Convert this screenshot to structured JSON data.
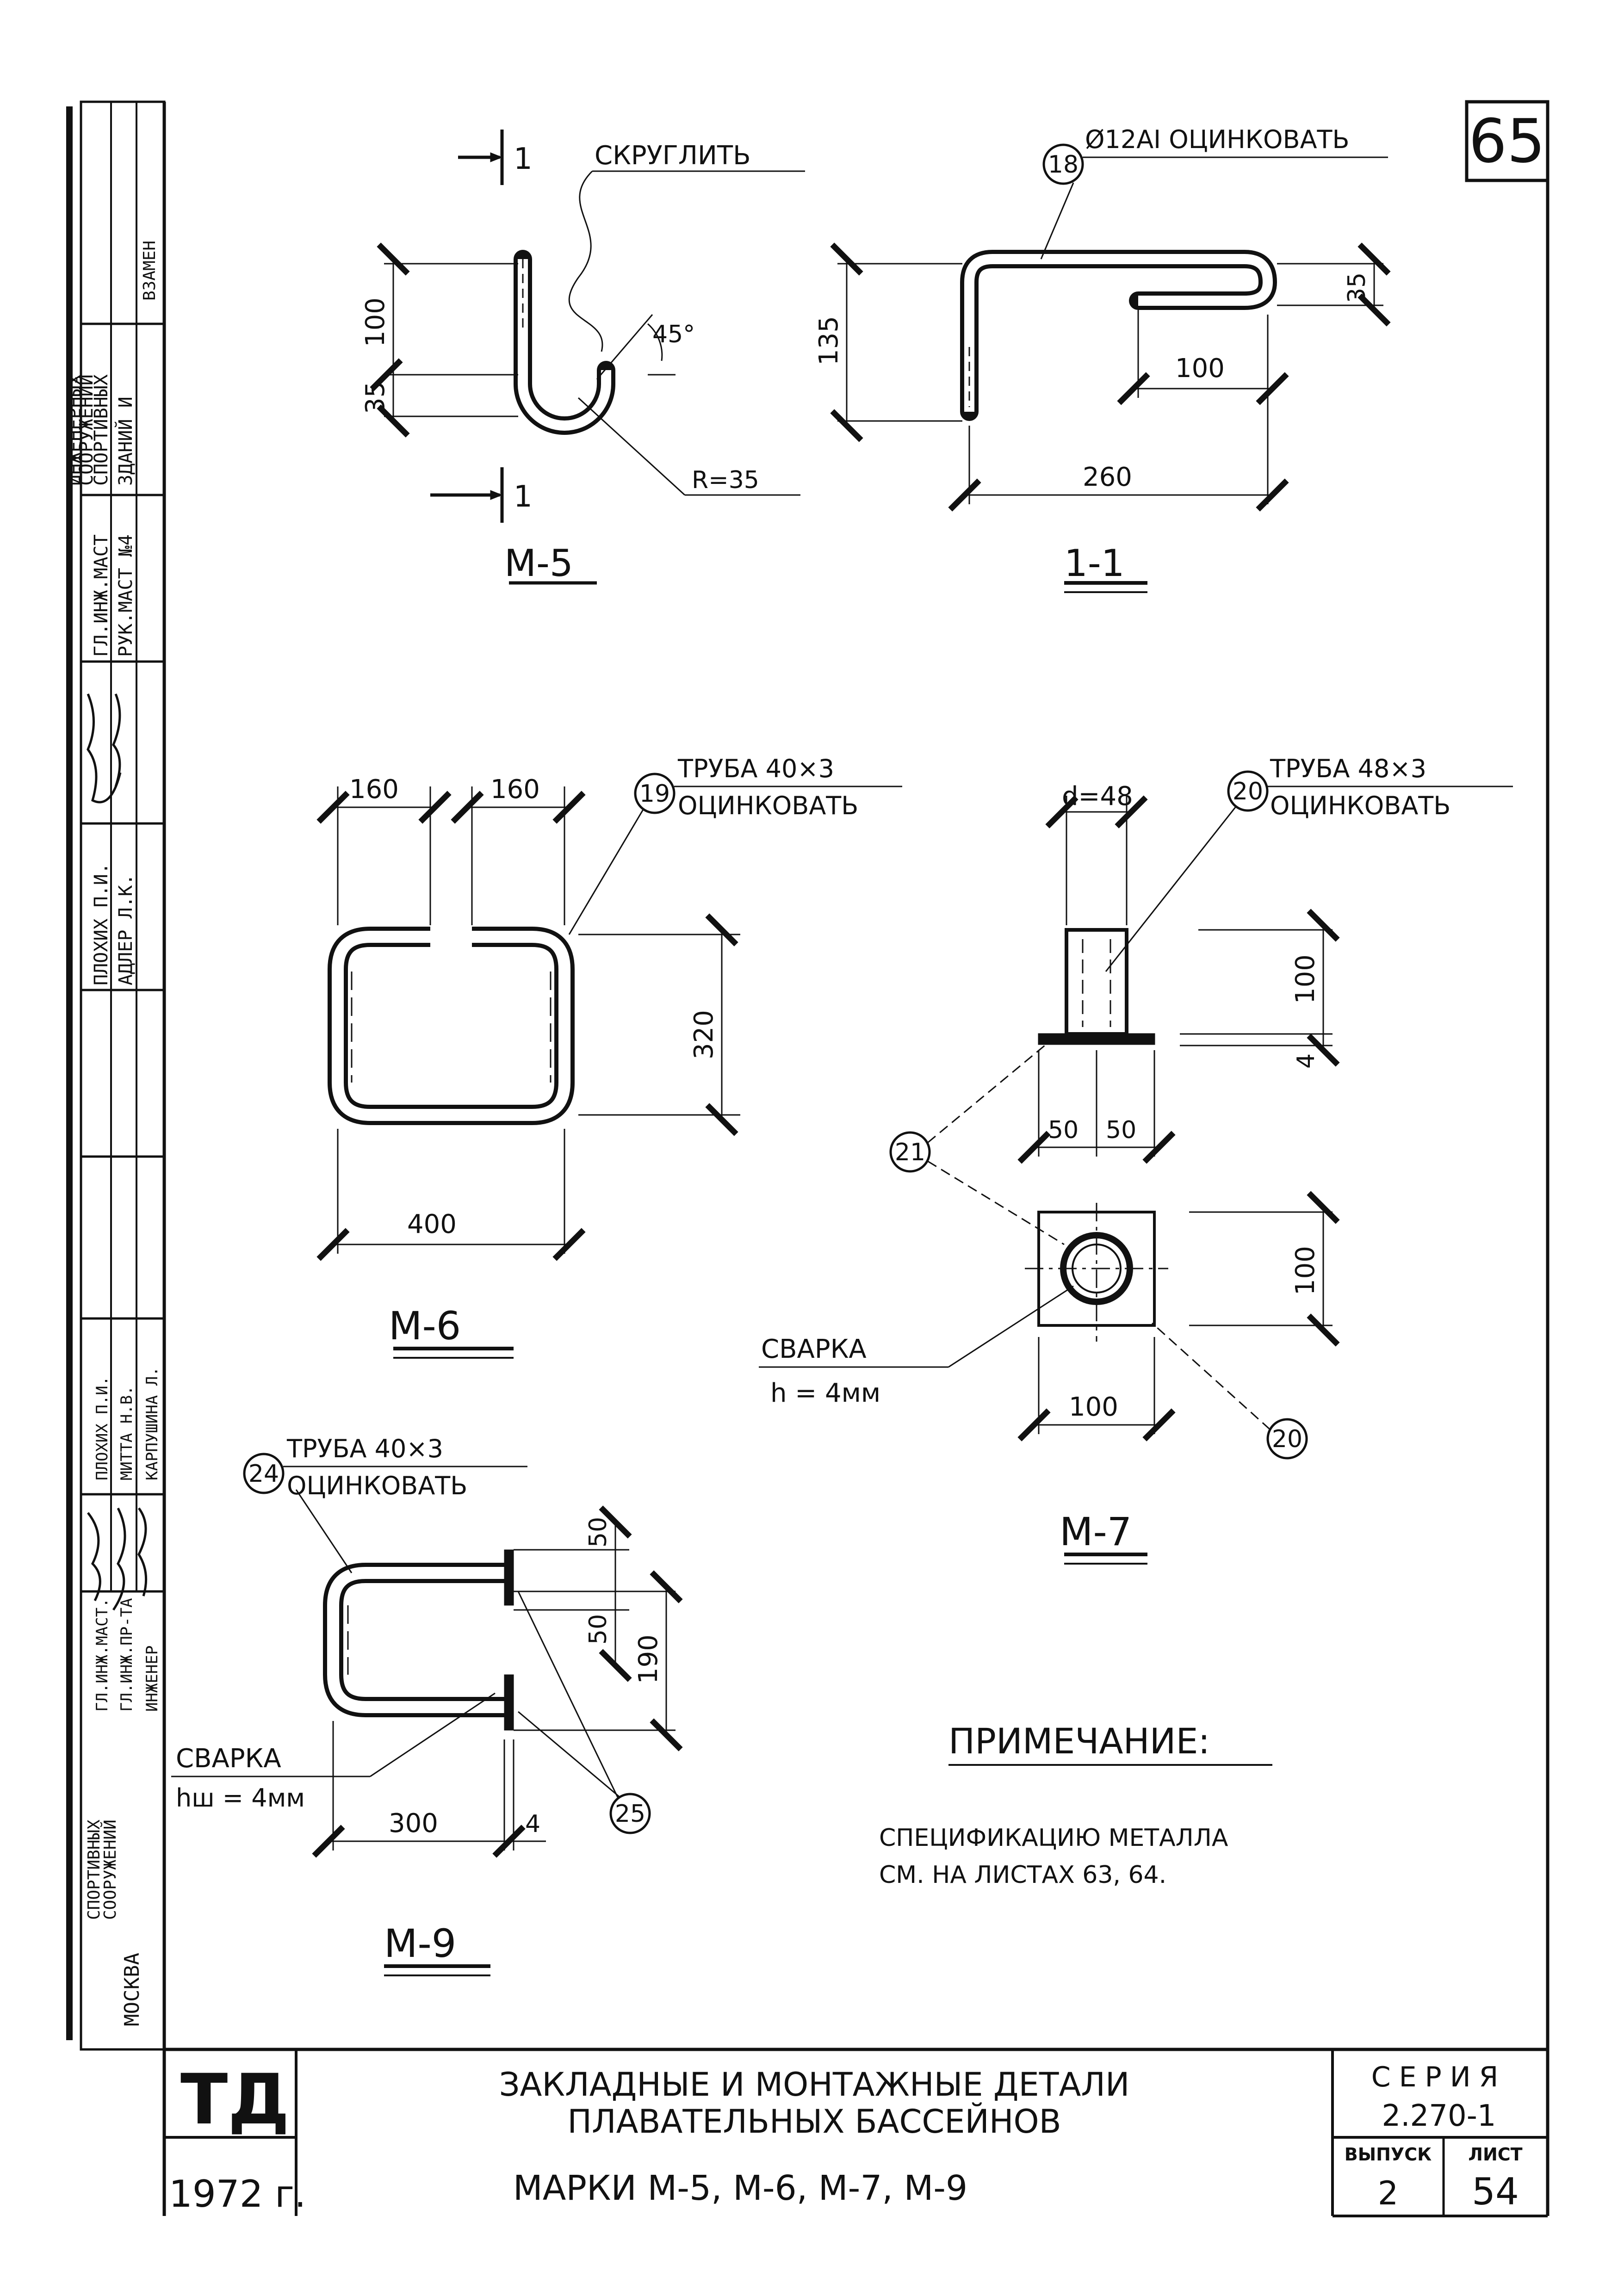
{
  "sheet": {
    "sheet_number": "65",
    "title_line1": "ЗАКЛАДНЫЕ И МОНТАЖНЫЕ ДЕТАЛИ",
    "title_line2": "ПЛАВАТЕЛЬНЫХ БАССЕЙНОВ",
    "marks_line": "МАРКИ  М-5, М-6, М-7, М-9",
    "stamp": "ТД",
    "year": "1972 г.",
    "series_label": "СЕРИЯ",
    "series_value": "2.270-1",
    "issue_label": "ВЫПУСК",
    "issue_value": "2",
    "list_label": "ЛИСТ",
    "list_value": "54"
  },
  "side_strip": {
    "zamen": "ВЗАМЕН",
    "org_line1": "ЗДАНИЙ И",
    "org_line2": "СПОРТИВНЫХ",
    "org_line3": "СООРУЖЕНИЙ",
    "org_line4": "ИНЖЕНЕРНЫХ",
    "role1": "ГЛ.ИНЖ.МАСТ",
    "role1b": "РУК.МАСТ №4",
    "name1": "ПЛОХИХ П.И.",
    "name2": "АДЛЕР Л.К.",
    "sig_role1": "ГЛ.ИНЖ.МАСТ.",
    "sig_role2": "ГЛ.ИНЖ.ПР-ТА",
    "sig_role3": "ИНЖЕНЕР",
    "sig_name1": "ПЛОХИХ П.И.",
    "sig_name2": "МИТТА Н.В.",
    "sig_name3": "КАРПУШИНА Л.",
    "org_bottom1": "СПОРТИВНЫХ",
    "org_bottom2": "СООРУЖЕНИЙ",
    "city": "МОСКВА"
  },
  "m5": {
    "section_mark": "1",
    "note": "СКРУГЛИТЬ",
    "dim_100": "100",
    "dim_35": "35",
    "angle": "45°",
    "radius": "R=35",
    "label": "М-5"
  },
  "s11": {
    "callout": "18",
    "note": "Ø12АI ОЦИНКОВАТЬ",
    "dim_135": "135",
    "dim_35": "35",
    "dim_100": "100",
    "dim_260": "260",
    "label": "1-1"
  },
  "m6": {
    "callout": "19",
    "note1": "ТРУБА 40×3",
    "note2": "ОЦИНКОВАТЬ",
    "dim_160a": "160",
    "dim_160b": "160",
    "dim_320": "320",
    "dim_400": "400",
    "label": "М-6"
  },
  "m7": {
    "callout20": "20",
    "note1": "ТРУБА 48×3",
    "note2": "ОЦИНКОВАТЬ",
    "dim_d": "d=48",
    "dim_100a": "100",
    "dim_4": "4",
    "dim_50a": "50",
    "dim_50b": "50",
    "callout21": "21",
    "dim_100b": "100",
    "dim_100c": "100",
    "weld1": "СВАРКА",
    "weld2": "h = 4мм",
    "callout20b": "20",
    "label": "М-7"
  },
  "m9": {
    "callout": "24",
    "note1": "ТРУБА 40×3",
    "note2": "ОЦИНКОВАТЬ",
    "dim_50a": "50",
    "dim_50b": "50",
    "dim_190": "190",
    "weld1": "СВАРКА",
    "weld2": "hш = 4мм",
    "dim_300": "300",
    "dim_4": "4",
    "callout25": "25",
    "label": "М-9"
  },
  "note": {
    "heading": "ПРИМЕЧАНИЕ:",
    "line1": "СПЕЦИФИКАЦИЮ МЕТАЛЛА",
    "line2": "СМ. НА ЛИСТАХ 63, 64."
  }
}
